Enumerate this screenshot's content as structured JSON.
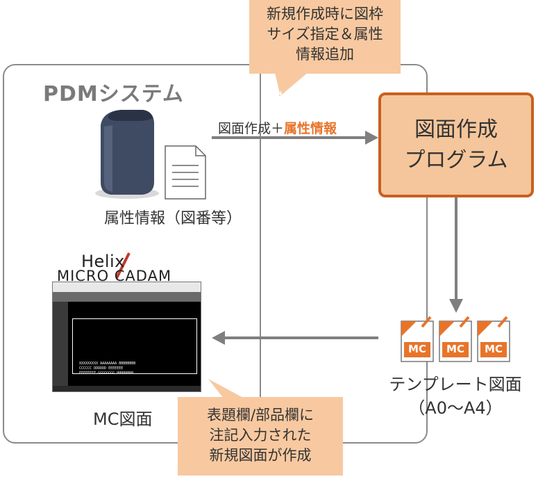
{
  "pdm": {
    "title": "PDMシステム",
    "attr_label": "属性情報（図番等）"
  },
  "callout_top": {
    "lines": [
      "新規作成時に図枠",
      "サイズ指定＆属性",
      "情報追加"
    ]
  },
  "callout_bottom": {
    "lines": [
      "表題欄/部品欄に",
      "注記入力された",
      "新規図面が作成"
    ]
  },
  "program": {
    "lines": [
      "図面作成",
      "プログラム"
    ]
  },
  "arrow_label": {
    "prefix": "図面作成＋",
    "highlight": "属性情報"
  },
  "mc": {
    "helix": "Helix",
    "cadam": "MICRO CADAM",
    "label": "MC図面",
    "icon_text": "MC",
    "cells_row1": [
      "XXXXXXXXX",
      "AAAAAAAA",
      "BBBBBBBB"
    ],
    "cells_row2": [
      "CCCCCC",
      "DDDDDD",
      "EEEEEEE"
    ],
    "cells_row3": [
      "FFFFFFFF",
      "GGGGGGGG",
      "HHHHHHHH"
    ]
  },
  "template": {
    "label_line1": "テンプレート図面",
    "label_line2": "（A0～A4）"
  },
  "colors": {
    "accent": "#e8742a",
    "callout_fill": "#f8c9a0",
    "program_border": "#c86020",
    "arrow": "#7f7f7f"
  }
}
